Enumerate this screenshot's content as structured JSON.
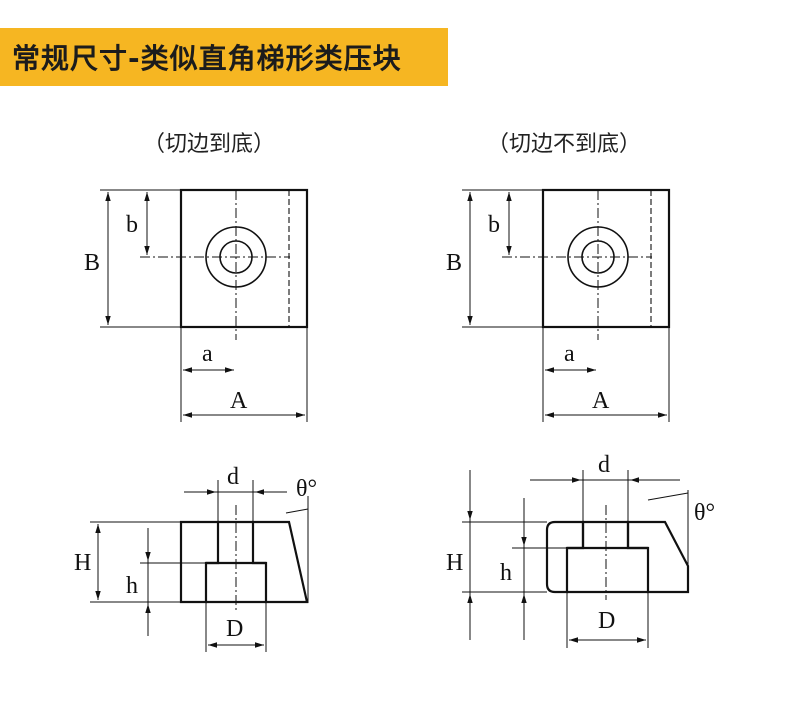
{
  "title": "常规尺寸-类似直角梯形类压块",
  "colors": {
    "banner": "#f6b622",
    "ink": "#111111"
  },
  "left": {
    "caption": "（切边到底）",
    "top_view": {
      "B": "B",
      "b": "b",
      "a": "a",
      "A": "A"
    },
    "side_view": {
      "d": "d",
      "theta": "θ°",
      "H": "H",
      "h": "h",
      "D": "D"
    }
  },
  "right": {
    "caption": "（切边不到底）",
    "top_view": {
      "B": "B",
      "b": "b",
      "a": "a",
      "A": "A"
    },
    "side_view": {
      "d": "d",
      "theta": "θ°",
      "H": "H",
      "h": "h",
      "D": "D"
    }
  }
}
